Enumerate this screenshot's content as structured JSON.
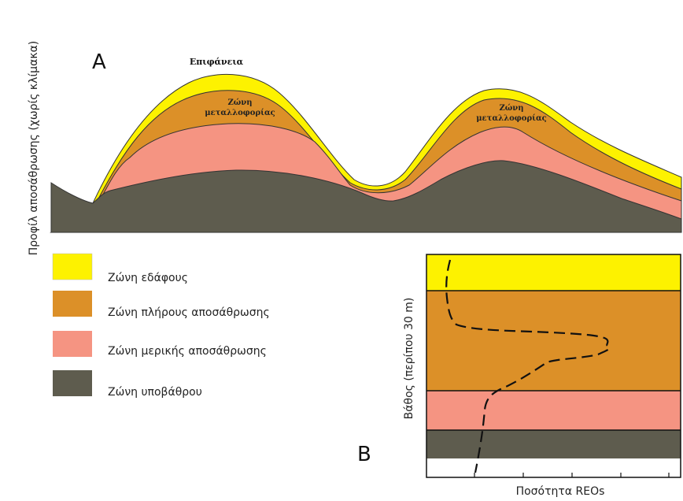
{
  "panel_a": {
    "label": "A",
    "y_axis_label": "Προφίλ αποσάθρωσης (χωρίς κλίμακα)",
    "surface_label": "Επιφάνεια",
    "ore_zone_label_1": "Ζώνη",
    "ore_zone_label_2": "μεταλλοφορίας"
  },
  "legend": {
    "items": [
      {
        "label": "Ζώνη εδάφους",
        "color": "#fdf200"
      },
      {
        "label": "Ζώνη πλήρους αποσάθρωσης",
        "color": "#dc9028"
      },
      {
        "label": "Ζώνη μερικής αποσάθρωσης",
        "color": "#f59482"
      },
      {
        "label": "Ζώνη υποβάθρου",
        "color": "#5e5c4e"
      }
    ]
  },
  "panel_b": {
    "label": "B",
    "y_axis_label": "Βάθος (περίπου 30 m)",
    "x_axis_label": "Ποσότητα REOs"
  },
  "colors": {
    "soil": "#fdf200",
    "complete_weathering": "#dc9028",
    "partial_weathering": "#f59482",
    "bedrock": "#5e5c4e",
    "outline": "#222222"
  }
}
